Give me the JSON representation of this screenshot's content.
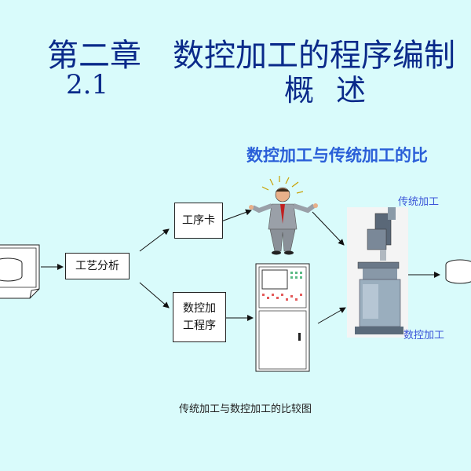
{
  "header": {
    "title": "第二章　数控加工的程序编制",
    "section_num": "2.1",
    "section_title": "概述"
  },
  "diagram": {
    "subtitle": "数控加工与传统加工的比",
    "nodes": {
      "process_card": "工序卡",
      "process_analysis": "工艺分析",
      "nc_program_line1": "数控加",
      "nc_program_line2": "工程序"
    },
    "labels": {
      "traditional": "传统加工",
      "nc": "数控加工"
    },
    "caption": "传统加工与数控加工的比较图"
  }
}
